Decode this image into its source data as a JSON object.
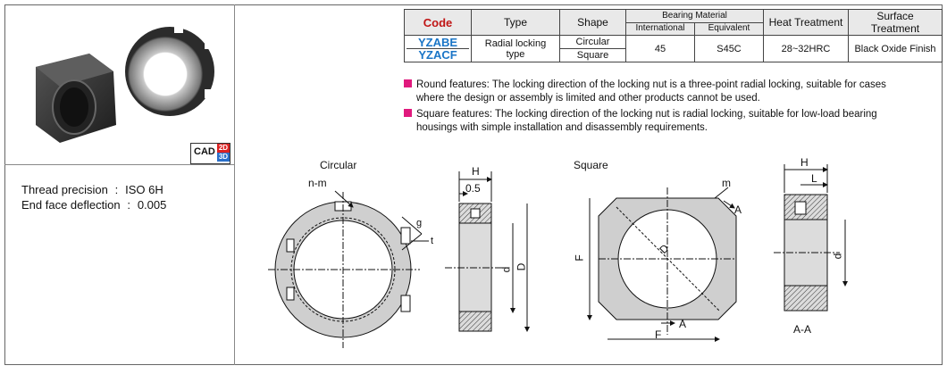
{
  "table": {
    "headers": {
      "code": "Code",
      "type": "Type",
      "shape": "Shape",
      "bearing_material": "Bearing Material",
      "international": "International",
      "equivalent": "Equivalent",
      "heat_treatment": "Heat Treatment",
      "surface_treatment": "Surface Treatment"
    },
    "row": {
      "codes": [
        "YZABE",
        "YZACF"
      ],
      "type": "Radial locking type",
      "shapes": [
        "Circular",
        "Square"
      ],
      "international": "45",
      "equivalent": "S45C",
      "heat_treatment": "28~32HRC",
      "surface_treatment": "Black Oxide Finish"
    }
  },
  "features": {
    "round_line1": "Round features: The locking direction of the locking nut is a three-point radial locking, suitable for cases",
    "round_line2": "where the design or assembly is limited and other products cannot be used.",
    "square_line1": "Square features: The locking direction of the locking nut is radial locking, suitable for low-load bearing",
    "square_line2": "housings with simple installation and disassembly requirements."
  },
  "spec": {
    "thread_precision_label": "Thread precision",
    "thread_precision_value": "ISO 6H",
    "end_face_label": "End face deflection",
    "end_face_value": "0.005"
  },
  "cad_badge": {
    "text": "CAD",
    "top": "2D",
    "bottom": "3D"
  },
  "drawings": {
    "circular_title": "Circular",
    "square_title": "Square",
    "n_m": "n-m",
    "g": "g",
    "t": "t",
    "H": "H",
    "h05": "0.5",
    "d": "d",
    "D": "D",
    "F": "F",
    "m": "m",
    "A": "A",
    "L": "L",
    "section": "A-A"
  },
  "colors": {
    "code_red": "#c01515",
    "code_blue": "#1a75c7",
    "bullet": "#e0197d",
    "header_bg": "#e9e9e9"
  }
}
